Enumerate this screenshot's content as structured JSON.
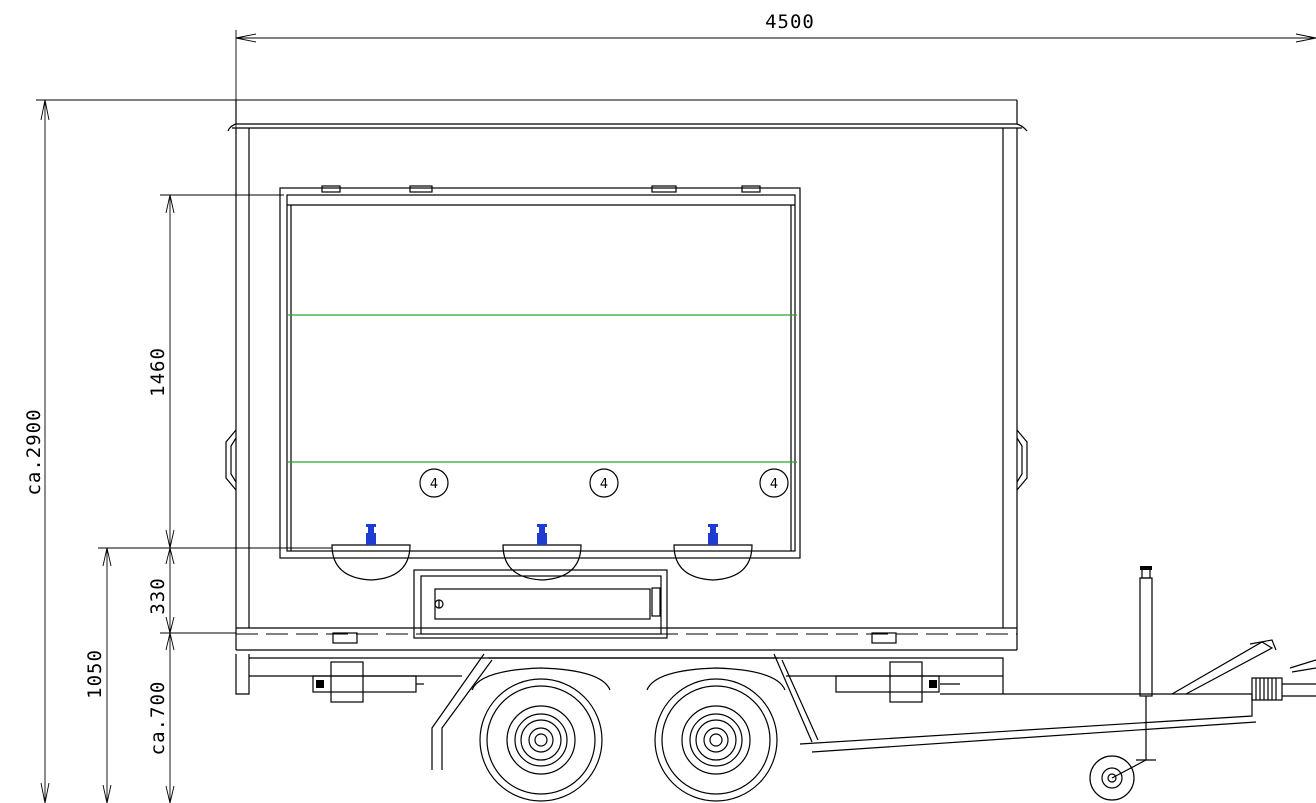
{
  "dimensions": {
    "overall_length": "4500",
    "overall_height": "ca.2900",
    "window_height": "1460",
    "counter_height": "330",
    "floor_height": "1050",
    "chassis_height": "ca.700"
  },
  "callouts": [
    "4",
    "4",
    "4"
  ],
  "colors": {
    "line": "#000000",
    "accent_green": "#2aa52a",
    "fixture_blue": "#1e3cd2"
  }
}
